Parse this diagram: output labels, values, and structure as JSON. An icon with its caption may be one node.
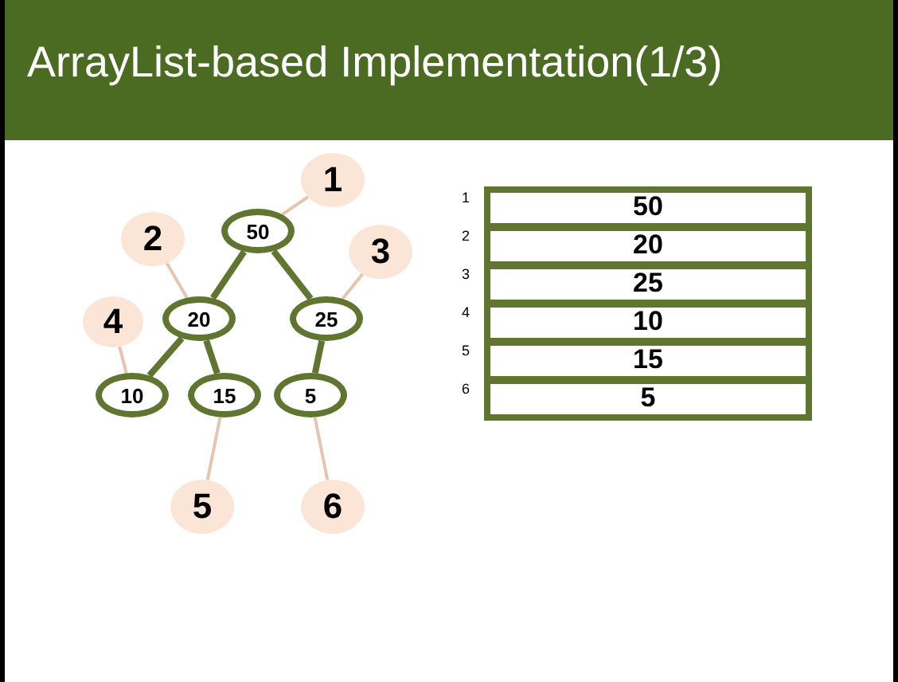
{
  "diagram": {
    "title": "ArrayList-based Implementation(1/3)",
    "nodes": [
      {
        "text": [
          "50"
        ]
      },
      {
        "text": [
          "20"
        ]
      },
      {
        "text": [
          "25"
        ]
      },
      {
        "text": [
          "10"
        ]
      },
      {
        "text": [
          "15"
        ]
      },
      {
        "text": [
          "5"
        ]
      },
      {
        "text": [
          "1"
        ]
      },
      {
        "text": [
          "2"
        ]
      },
      {
        "text": [
          "3"
        ]
      },
      {
        "text": [
          "4"
        ]
      },
      {
        "text": [
          "5"
        ]
      },
      {
        "text": [
          "6"
        ]
      },
      {
        "text": [
          "50"
        ],
        "beside": [
          "1"
        ]
      },
      {
        "text": [
          "20"
        ],
        "beside": [
          "2"
        ]
      },
      {
        "text": [
          "25"
        ],
        "beside": [
          "3"
        ]
      },
      {
        "text": [
          "10"
        ],
        "beside": [
          "4"
        ]
      },
      {
        "text": [
          "15"
        ],
        "beside": [
          "5"
        ]
      },
      {
        "text": [
          "5"
        ],
        "beside": [
          "6"
        ]
      }
    ],
    "edges": [
      {
        "from": 0,
        "to": 1,
        "arrow": "none",
        "style": "thick",
        "color": "#5f7530"
      },
      {
        "from": 0,
        "to": 2,
        "arrow": "none",
        "style": "thick",
        "color": "#5f7530"
      },
      {
        "from": 1,
        "to": 3,
        "arrow": "none",
        "style": "thick",
        "color": "#5f7530"
      },
      {
        "from": 1,
        "to": 4,
        "arrow": "none",
        "style": "thick",
        "color": "#5f7530"
      },
      {
        "from": 2,
        "to": 5,
        "arrow": "none",
        "style": "thick",
        "color": "#5f7530"
      },
      {
        "from": 6,
        "to": 0,
        "arrow": "none"
      },
      {
        "from": 7,
        "to": 1,
        "arrow": "none"
      },
      {
        "from": 8,
        "to": 2,
        "arrow": "none"
      },
      {
        "from": 9,
        "to": 3,
        "arrow": "none"
      },
      {
        "from": 10,
        "to": 4,
        "arrow": "none"
      },
      {
        "from": 11,
        "to": 5,
        "arrow": "none"
      }
    ]
  }
}
